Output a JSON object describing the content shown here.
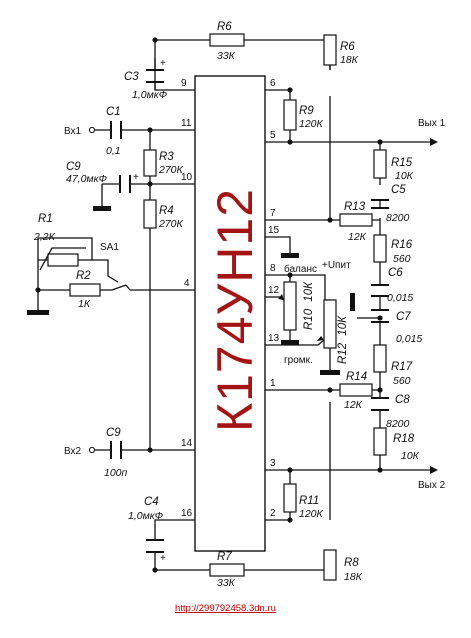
{
  "chip": {
    "name": "К174УН12",
    "color": "#a31515"
  },
  "pins": [
    "9",
    "11",
    "10",
    "4",
    "14",
    "16",
    "6",
    "5",
    "7",
    "15",
    "8",
    "12",
    "13",
    "1",
    "3",
    "2"
  ],
  "components": {
    "R1": {
      "ref": "R1",
      "value": "2,2К"
    },
    "R2": {
      "ref": "R2",
      "value": "1К"
    },
    "R3": {
      "ref": "R3",
      "value": "270К"
    },
    "R4": {
      "ref": "R4",
      "value": "270К"
    },
    "R6a": {
      "ref": "R6",
      "value": "33К"
    },
    "R6b": {
      "ref": "R6",
      "value": "18К"
    },
    "R7": {
      "ref": "R7",
      "value": "33К"
    },
    "R8": {
      "ref": "R8",
      "value": "18К"
    },
    "R9": {
      "ref": "R9",
      "value": "120К"
    },
    "R10": {
      "ref": "R10",
      "value": "10К"
    },
    "R11": {
      "ref": "R11",
      "value": "120К"
    },
    "R12": {
      "ref": "R12",
      "value": "10К"
    },
    "R13": {
      "ref": "R13",
      "value": "12К"
    },
    "R14": {
      "ref": "R14",
      "value": "12К"
    },
    "R15": {
      "ref": "R15",
      "value": "10К"
    },
    "R16": {
      "ref": "R16",
      "value": "560"
    },
    "R17": {
      "ref": "R17",
      "value": "560"
    },
    "R18": {
      "ref": "R18",
      "value": "10К"
    },
    "C1": {
      "ref": "C1",
      "value": "0,1"
    },
    "C3": {
      "ref": "C3",
      "value": "1,0мкФ"
    },
    "C4": {
      "ref": "C4",
      "value": "1,0мкФ"
    },
    "C5": {
      "ref": "C5",
      "value": "8200"
    },
    "C6": {
      "ref": "C6",
      "value": "0,015"
    },
    "C7": {
      "ref": "C7",
      "value": "0,015"
    },
    "C8": {
      "ref": "C8",
      "value": "8200"
    },
    "C9a": {
      "ref": "C9",
      "value": "47,0мкФ"
    },
    "C9b": {
      "ref": "C9",
      "value": "100п"
    },
    "SA1": {
      "ref": "SA1"
    }
  },
  "labels": {
    "in1": "Вх1",
    "in2": "Вх2",
    "out1": "Вых 1",
    "out2": "Вых 2",
    "balance": "баланс",
    "supply": "+Uпит",
    "volume": "громк.",
    "plus": "+"
  },
  "footer": {
    "url": "http://299792458.3dn.ru",
    "url_color": "#c00000"
  }
}
